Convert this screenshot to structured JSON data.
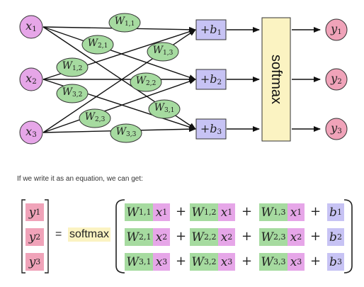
{
  "diagram": {
    "inputs": [
      {
        "base": "x",
        "sub": "1"
      },
      {
        "base": "x",
        "sub": "2"
      },
      {
        "base": "x",
        "sub": "3"
      }
    ],
    "weights": [
      {
        "base": "W",
        "sub": "1,1"
      },
      {
        "base": "W",
        "sub": "2,1"
      },
      {
        "base": "W",
        "sub": "1,2"
      },
      {
        "base": "W",
        "sub": "1,3"
      },
      {
        "base": "W",
        "sub": "3,2"
      },
      {
        "base": "W",
        "sub": "2,2"
      },
      {
        "base": "W",
        "sub": "3,1"
      },
      {
        "base": "W",
        "sub": "2,3"
      },
      {
        "base": "W",
        "sub": "3,3"
      }
    ],
    "biases": [
      {
        "base": "+b",
        "sub": "1"
      },
      {
        "base": "+b",
        "sub": "2"
      },
      {
        "base": "+b",
        "sub": "3"
      }
    ],
    "softmax_label": "softmax",
    "outputs": [
      {
        "base": "y",
        "sub": "1"
      },
      {
        "base": "y",
        "sub": "2"
      },
      {
        "base": "y",
        "sub": "3"
      }
    ],
    "colors": {
      "input": "#e6a6e8",
      "weight": "#a6dba0",
      "bias": "#c7c3f4",
      "softmax": "#fbf3c2",
      "output": "#f0a3b9"
    }
  },
  "caption": "If we write it as an equation, we can get:",
  "equation": {
    "lhs": [
      {
        "base": "y",
        "sub": "1"
      },
      {
        "base": "y",
        "sub": "2"
      },
      {
        "base": "y",
        "sub": "3"
      }
    ],
    "equals": "=",
    "func": "softmax",
    "rows": [
      {
        "terms": [
          {
            "w": {
              "base": "W",
              "sub": "1,1"
            },
            "x": {
              "base": "x",
              "sub": "1"
            }
          },
          {
            "w": {
              "base": "W",
              "sub": "1,2"
            },
            "x": {
              "base": "x",
              "sub": "1"
            }
          },
          {
            "w": {
              "base": "W",
              "sub": "1,3"
            },
            "x": {
              "base": "x",
              "sub": "1"
            }
          }
        ],
        "b": {
          "base": "b",
          "sub": "1"
        }
      },
      {
        "terms": [
          {
            "w": {
              "base": "W",
              "sub": "2,1"
            },
            "x": {
              "base": "x",
              "sub": "2"
            }
          },
          {
            "w": {
              "base": "W",
              "sub": "2,2"
            },
            "x": {
              "base": "x",
              "sub": "2"
            }
          },
          {
            "w": {
              "base": "W",
              "sub": "2,3"
            },
            "x": {
              "base": "x",
              "sub": "2"
            }
          }
        ],
        "b": {
          "base": "b",
          "sub": "2"
        }
      },
      {
        "terms": [
          {
            "w": {
              "base": "W",
              "sub": "3,1"
            },
            "x": {
              "base": "x",
              "sub": "3"
            }
          },
          {
            "w": {
              "base": "W",
              "sub": "3,2"
            },
            "x": {
              "base": "x",
              "sub": "3"
            }
          },
          {
            "w": {
              "base": "W",
              "sub": "3,3"
            },
            "x": {
              "base": "x",
              "sub": "3"
            }
          }
        ],
        "b": {
          "base": "b",
          "sub": "3"
        }
      }
    ],
    "plus": "+"
  }
}
